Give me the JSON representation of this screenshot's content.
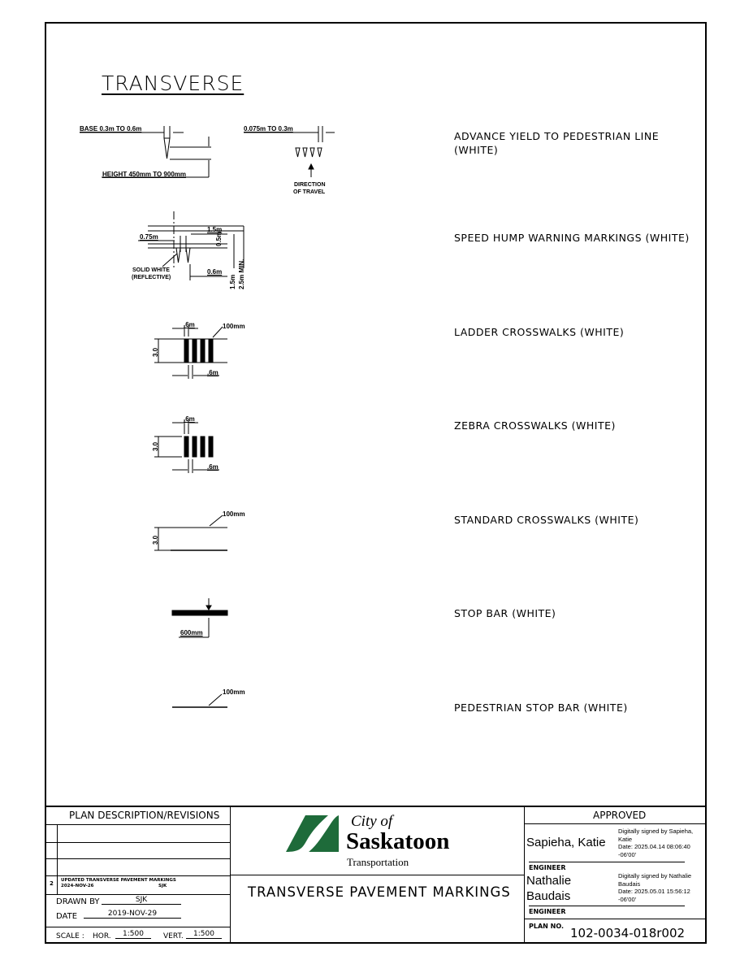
{
  "heading": "TRANSVERSE",
  "items": [
    {
      "label": "ADVANCE YIELD TO PEDESTRIAN LINE",
      "label2": "(WHITE)"
    },
    {
      "label": "SPEED HUMP WARNING MARKINGS (WHITE)"
    },
    {
      "label": "LADDER CROSSWALKS (WHITE)"
    },
    {
      "label": "ZEBRA CROSSWALKS (WHITE)"
    },
    {
      "label": "STANDARD CROSSWALKS (WHITE)"
    },
    {
      "label": "STOP BAR (WHITE)"
    },
    {
      "label": "PEDESTRIAN STOP BAR (WHITE)"
    }
  ],
  "dims": {
    "base": "BASE 0.3m TO 0.6m",
    "height": "HEIGHT 450mm TO 900mm",
    "spacing": "0.075m TO 0.3m",
    "direction1": "DIRECTION",
    "direction2": "OF TRAVEL",
    "d15": "1.5m",
    "d075": "0.75m",
    "d05": "0.5m",
    "d06": "0.6m",
    "d15v": "1.5m",
    "d25": "2.5m MIN.",
    "solid1": "SOLID WHITE",
    "solid2": "(REFLECTIVE)",
    "ladder_top": ".6m",
    "ladder_100": "100mm",
    "ladder_30": "3.0",
    "ladder_bot": ".6m",
    "zebra_top": ".6m",
    "zebra_30": "3.0",
    "zebra_bot": ".6m",
    "std_100": "100mm",
    "std_30": "3.0",
    "stop_600": "600mm",
    "ped_100": "100mm"
  },
  "titleblock": {
    "plan_desc": "PLAN DESCRIPTION/REVISIONS",
    "rev_no": "2",
    "rev_text1": "UPDATED TRANSVERSE PAVEMENT MARKINGS",
    "rev_text2": "2024-NOV-26",
    "rev_init": "SJK",
    "drawn_by_label": "DRAWN BY",
    "drawn_by": "SJK",
    "date_label": "DATE",
    "date": "2019-NOV-29",
    "scale_label": "SCALE :",
    "hor_label": "HOR.",
    "hor": "1:500",
    "vert_label": "VERT.",
    "vert": "1:500",
    "logo_city": "City of",
    "logo_name": "Saskatoon",
    "logo_dept": "Transportation",
    "drawing_title": "TRANSVERSE PAVEMENT MARKINGS",
    "approved": "APPROVED",
    "sig1_name": "Sapieha, Katie",
    "sig1_d1": "Digitally signed by Sapieha,",
    "sig1_d2": "Katie",
    "sig1_d3": "Date: 2025.04.14 08:06:40",
    "sig1_d4": "-06'00'",
    "engineer1": "ENGINEER",
    "sig2_name1": "Nathalie",
    "sig2_name2": "Baudais",
    "sig2_d1": "Digitally signed by Nathalie",
    "sig2_d2": "Baudais",
    "sig2_d3": "Date: 2025.05.01 15:56:12",
    "sig2_d4": "-06'00'",
    "engineer2": "ENGINEER",
    "plan_no_label": "PLAN NO.",
    "plan_no": "102-0034-018r002"
  },
  "colors": {
    "logo_green": "#1e6b3a",
    "ink": "#000000"
  }
}
